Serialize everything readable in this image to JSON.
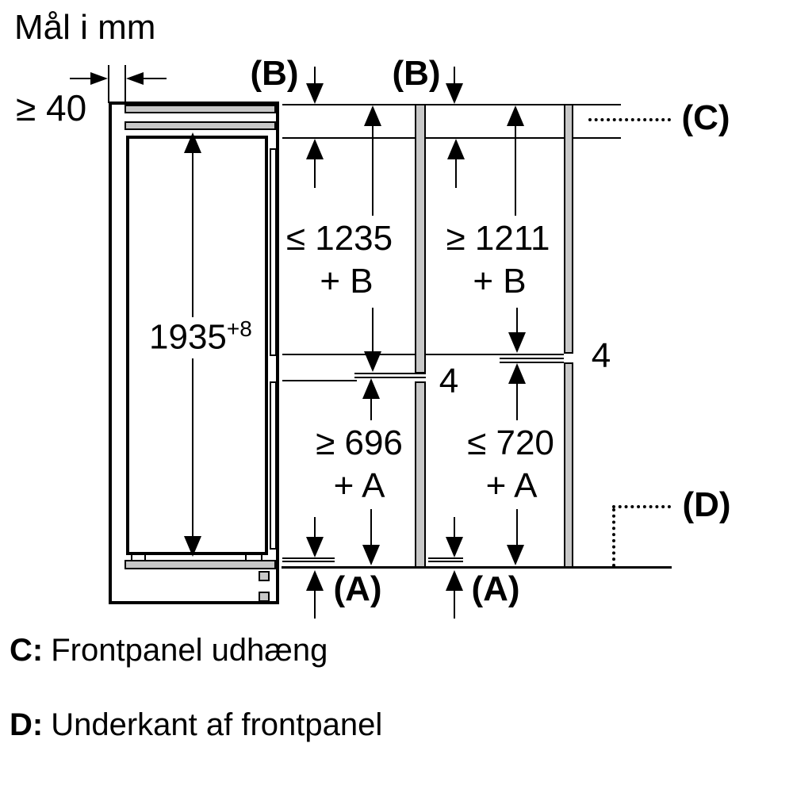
{
  "title": "Mål i mm",
  "colors": {
    "line": "#000000",
    "panel_gray": "#c8c8c8",
    "background": "#ffffff"
  },
  "diagram": {
    "side_clearance": {
      "label": "≥ 40"
    },
    "niche_height": {
      "value": "1935",
      "tolerance": "+8"
    },
    "overhang_top_left": {
      "label": "(B)"
    },
    "overhang_top_right": {
      "label": "(B)"
    },
    "upper_left_dim": {
      "value": "≤ 1235",
      "suffix": "+ B"
    },
    "upper_right_dim": {
      "value": "≥ 1211",
      "suffix": "+ B"
    },
    "lower_left_dim": {
      "value": "≥ 696",
      "suffix": "+ A"
    },
    "lower_right_dim": {
      "value": "≤ 720",
      "suffix": "+ A"
    },
    "gap_left": {
      "label": "4"
    },
    "gap_right": {
      "label": "4"
    },
    "bottom_offset_left": {
      "label": "(A)"
    },
    "bottom_offset_right": {
      "label": "(A)"
    },
    "front_panel_overhang": {
      "label": "(C)"
    },
    "front_panel_bottom_edge": {
      "label": "(D)"
    }
  },
  "legend": [
    {
      "key": "C:",
      "text": "Frontpanel udhæng"
    },
    {
      "key": "D:",
      "text": "Underkant af frontpanel"
    }
  ]
}
